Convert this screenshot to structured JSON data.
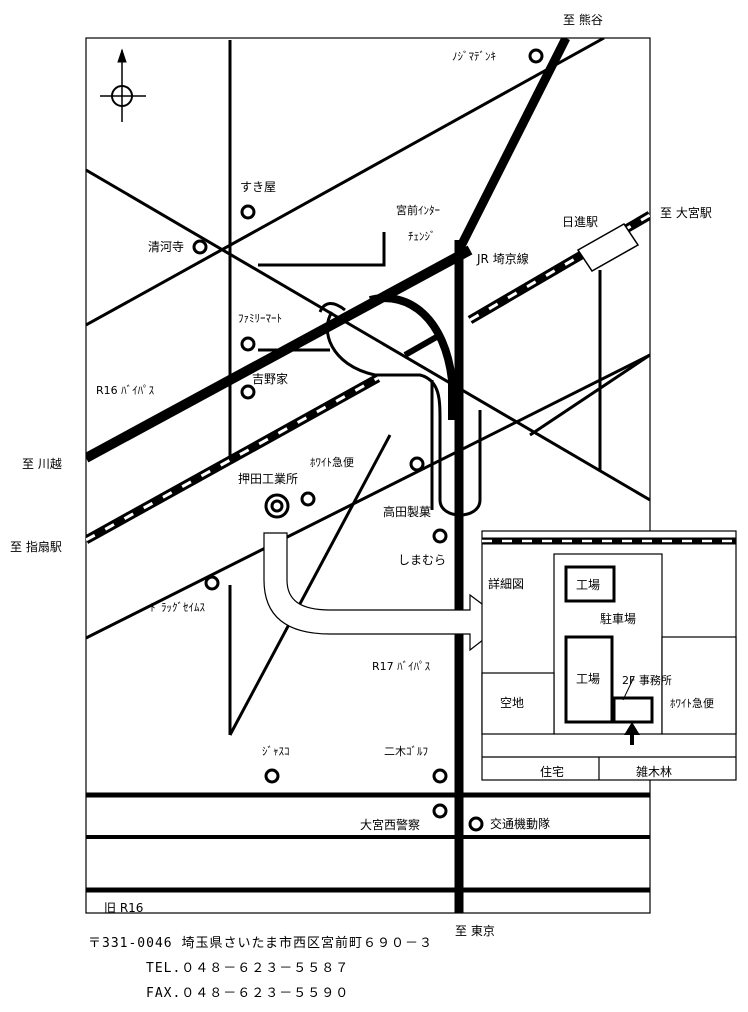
{
  "destinations": {
    "north": "至 熊谷",
    "east": "至 大宮駅",
    "west_upper": "至 川越",
    "west_lower": "至 指扇駅",
    "south": "至 東京"
  },
  "landmarks": {
    "nojima": "ﾉｼﾞﾏﾃﾞﾝｷ",
    "sukiya": "すき屋",
    "seikaji": "清河寺",
    "miyamae_ic_1": "宮前ｲﾝﾀｰ",
    "miyamae_ic_2": "ﾁｪﾝｼﾞ",
    "nisshin_station": "日進駅",
    "jr_line": "JR 埼京線",
    "familymart": "ﾌｧﾐﾘｰﾏｰﾄ",
    "yoshinoya": "吉野家",
    "r16_bypass": "R16 ﾊﾞｲﾊﾟｽ",
    "white_express": "ﾎﾜｲﾄ急便",
    "oshida": "押田工業所",
    "takada": "高田製菓",
    "shimamura": "しまむら",
    "drugstore": "ﾄﾞﾗｯｸﾞｾｲﾑｽ",
    "r17_bypass": "R17 ﾊﾞｲﾊﾟｽ",
    "jasco": "ｼﾞｬｽｺ",
    "niki_golf": "二木ｺﾞﾙﾌ",
    "police": "大宮西警察",
    "kotsu_kidotai": "交通機動隊",
    "old_r16": "旧 R16"
  },
  "detail_map": {
    "title": "詳細図",
    "factory_1": "工場",
    "parking": "駐車場",
    "factory_2": "工場",
    "office": "2F 事務所",
    "empty_lot": "空地",
    "white_express": "ﾎﾜｲﾄ急便",
    "residence": "住宅",
    "woods": "雑木林"
  },
  "footer": {
    "address": "〒331-0046 埼玉県さいたま市西区宮前町６９０－３",
    "tel": "TEL.０４８－６２３－５５８７",
    "fax": "FAX.０４８－６２３－５５９０"
  },
  "icons": [
    "compass-icon",
    "landmark-marker-icon",
    "company-marker-icon",
    "entrance-arrow-icon"
  ],
  "colors": {
    "ink": "#000000",
    "paper": "#ffffff"
  }
}
